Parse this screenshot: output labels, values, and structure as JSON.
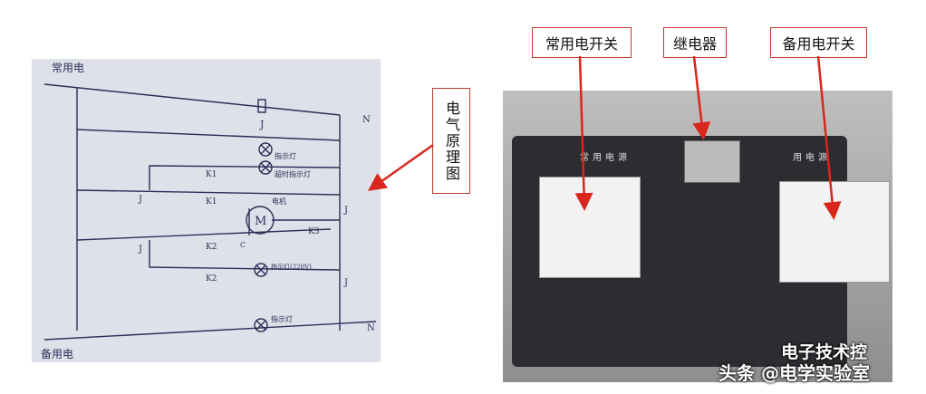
{
  "schematic": {
    "label": "电气原理图",
    "texts": {
      "main_power": "常用电",
      "backup_power": "备用电",
      "neutral_top": "N",
      "neutral_bottom": "N",
      "relay": "J",
      "indicator1": "指示灯",
      "indicator_timeout": "超时指示灯",
      "motor": "电机",
      "motor_symbol": "M",
      "indicator_backup": "指示灯(220V)",
      "indicator_bottom": "指示灯",
      "k1a": "K1",
      "k1b": "K1",
      "k2a": "K2",
      "k2b": "K2",
      "k3": "K3",
      "c": "C",
      "j1": "J",
      "j2": "J",
      "j3": "J",
      "j4": "J"
    }
  },
  "photo": {
    "labels": {
      "main_switch": "常用电开关",
      "relay": "继电器",
      "backup_switch": "备用电开关"
    },
    "panel_text": {
      "left": "常用电源",
      "right": "用电源"
    }
  },
  "watermark": {
    "wechat": "电子技术控",
    "toutiao": "头条 @电学实验室"
  },
  "colors": {
    "arrow": "#d9261c",
    "paper": "#dfe1ea",
    "ink": "#2a2f55",
    "panel": "#2c2d31"
  }
}
